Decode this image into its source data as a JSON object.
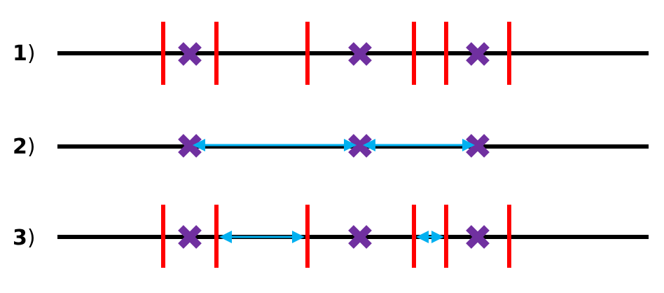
{
  "colors": {
    "line": "#000000",
    "boundary": "#ff0000",
    "marker": "#7030a0",
    "arrow": "#00b0f0"
  },
  "icons": {
    "marker": "cross-marker-icon",
    "boundary": "vertical-bar",
    "span": "double-headed-arrow-icon"
  },
  "rows": [
    {
      "label": "1",
      "suffix": ")"
    },
    {
      "label": "2",
      "suffix": ")"
    },
    {
      "label": "3",
      "suffix": ")"
    }
  ]
}
